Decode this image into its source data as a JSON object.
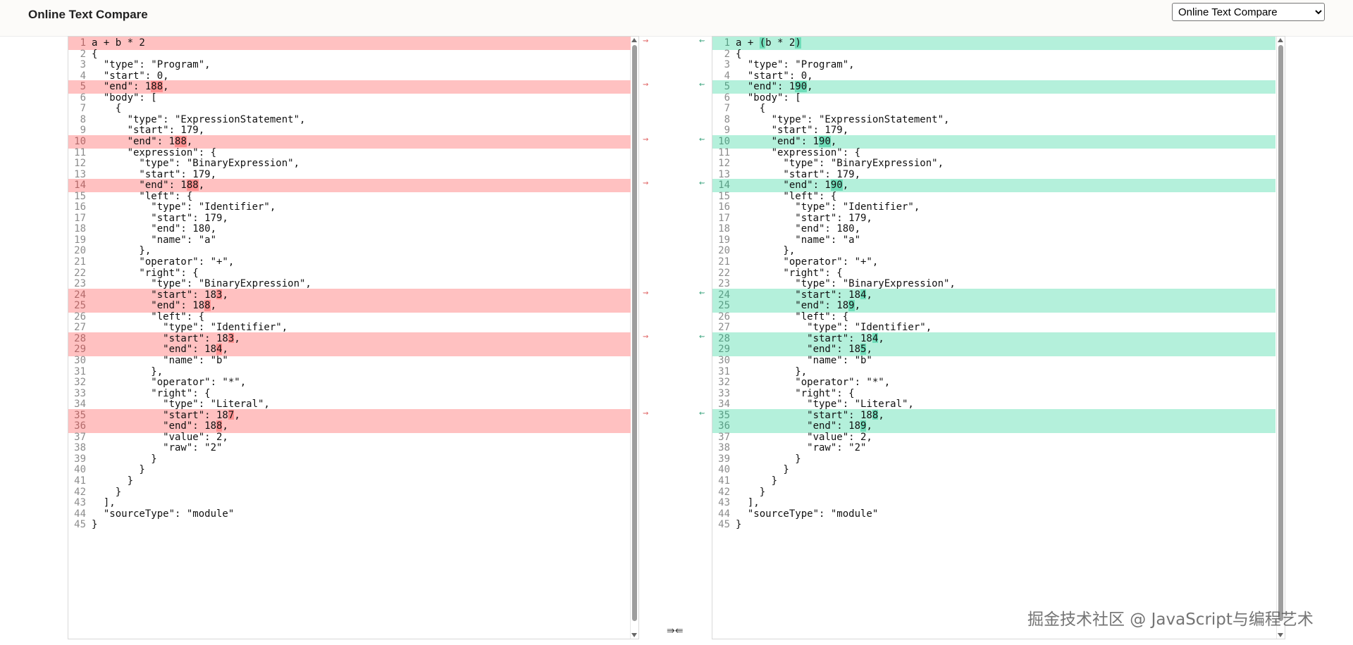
{
  "header": {
    "title": "Online Text Compare",
    "mode_options": [
      "Online Text Compare"
    ],
    "mode_selected": "Online Text Compare"
  },
  "left_lines": [
    {
      "n": "1",
      "segs": [
        [
          "a + b * 2",
          ""
        ]
      ],
      "chg": true
    },
    {
      "n": "2",
      "segs": [
        [
          "{",
          ""
        ]
      ]
    },
    {
      "n": "3",
      "segs": [
        [
          "  \"type\": \"Program\",",
          ""
        ]
      ]
    },
    {
      "n": "4",
      "segs": [
        [
          "  \"start\": 0,",
          ""
        ]
      ]
    },
    {
      "n": "5",
      "segs": [
        [
          "  \"end\": 1",
          ""
        ],
        [
          "88",
          "d"
        ],
        [
          ",",
          ""
        ]
      ],
      "chg": true
    },
    {
      "n": "6",
      "segs": [
        [
          "  \"body\": [",
          ""
        ]
      ]
    },
    {
      "n": "7",
      "segs": [
        [
          "    {",
          ""
        ]
      ]
    },
    {
      "n": "8",
      "segs": [
        [
          "      \"type\": \"ExpressionStatement\",",
          ""
        ]
      ]
    },
    {
      "n": "9",
      "segs": [
        [
          "      \"start\": 179,",
          ""
        ]
      ]
    },
    {
      "n": "10",
      "segs": [
        [
          "      \"end\": 1",
          ""
        ],
        [
          "88",
          "d"
        ],
        [
          ",",
          ""
        ]
      ],
      "chg": true
    },
    {
      "n": "11",
      "segs": [
        [
          "      \"expression\": {",
          ""
        ]
      ]
    },
    {
      "n": "12",
      "segs": [
        [
          "        \"type\": \"BinaryExpression\",",
          ""
        ]
      ]
    },
    {
      "n": "13",
      "segs": [
        [
          "        \"start\": 179,",
          ""
        ]
      ]
    },
    {
      "n": "14",
      "segs": [
        [
          "        \"end\": 1",
          ""
        ],
        [
          "88",
          "d"
        ],
        [
          ",",
          ""
        ]
      ],
      "chg": true
    },
    {
      "n": "15",
      "segs": [
        [
          "        \"left\": {",
          ""
        ]
      ]
    },
    {
      "n": "16",
      "segs": [
        [
          "          \"type\": \"Identifier\",",
          ""
        ]
      ]
    },
    {
      "n": "17",
      "segs": [
        [
          "          \"start\": 179,",
          ""
        ]
      ]
    },
    {
      "n": "18",
      "segs": [
        [
          "          \"end\": 180,",
          ""
        ]
      ]
    },
    {
      "n": "19",
      "segs": [
        [
          "          \"name\": \"a\"",
          ""
        ]
      ]
    },
    {
      "n": "20",
      "segs": [
        [
          "        },",
          ""
        ]
      ]
    },
    {
      "n": "21",
      "segs": [
        [
          "        \"operator\": \"+\",",
          ""
        ]
      ]
    },
    {
      "n": "22",
      "segs": [
        [
          "        \"right\": {",
          ""
        ]
      ]
    },
    {
      "n": "23",
      "segs": [
        [
          "          \"type\": \"BinaryExpression\",",
          ""
        ]
      ]
    },
    {
      "n": "24",
      "segs": [
        [
          "          \"start\": 18",
          ""
        ],
        [
          "3",
          "d"
        ],
        [
          ",",
          ""
        ]
      ],
      "chg": true
    },
    {
      "n": "25",
      "segs": [
        [
          "          \"end\": 18",
          ""
        ],
        [
          "8",
          "d"
        ],
        [
          ",",
          ""
        ]
      ],
      "chg": true
    },
    {
      "n": "26",
      "segs": [
        [
          "          \"left\": {",
          ""
        ]
      ]
    },
    {
      "n": "27",
      "segs": [
        [
          "            \"type\": \"Identifier\",",
          ""
        ]
      ]
    },
    {
      "n": "28",
      "segs": [
        [
          "            \"start\": 18",
          ""
        ],
        [
          "3",
          "d"
        ],
        [
          ",",
          ""
        ]
      ],
      "chg": true
    },
    {
      "n": "29",
      "segs": [
        [
          "            \"end\": 18",
          ""
        ],
        [
          "4",
          "d"
        ],
        [
          ",",
          ""
        ]
      ],
      "chg": true
    },
    {
      "n": "30",
      "segs": [
        [
          "            \"name\": \"b\"",
          ""
        ]
      ]
    },
    {
      "n": "31",
      "segs": [
        [
          "          },",
          ""
        ]
      ]
    },
    {
      "n": "32",
      "segs": [
        [
          "          \"operator\": \"*\",",
          ""
        ]
      ]
    },
    {
      "n": "33",
      "segs": [
        [
          "          \"right\": {",
          ""
        ]
      ]
    },
    {
      "n": "34",
      "segs": [
        [
          "            \"type\": \"Literal\",",
          ""
        ]
      ]
    },
    {
      "n": "35",
      "segs": [
        [
          "            \"start\": 18",
          ""
        ],
        [
          "7",
          "d"
        ],
        [
          ",",
          ""
        ]
      ],
      "chg": true
    },
    {
      "n": "36",
      "segs": [
        [
          "            \"end\": 18",
          ""
        ],
        [
          "8",
          "d"
        ],
        [
          ",",
          ""
        ]
      ],
      "chg": true
    },
    {
      "n": "37",
      "segs": [
        [
          "            \"value\": 2,",
          ""
        ]
      ]
    },
    {
      "n": "38",
      "segs": [
        [
          "            \"raw\": \"2\"",
          ""
        ]
      ]
    },
    {
      "n": "39",
      "segs": [
        [
          "          }",
          ""
        ]
      ]
    },
    {
      "n": "40",
      "segs": [
        [
          "        }",
          ""
        ]
      ]
    },
    {
      "n": "41",
      "segs": [
        [
          "      }",
          ""
        ]
      ]
    },
    {
      "n": "42",
      "segs": [
        [
          "    }",
          ""
        ]
      ]
    },
    {
      "n": "43",
      "segs": [
        [
          "  ],",
          ""
        ]
      ]
    },
    {
      "n": "44",
      "segs": [
        [
          "  \"sourceType\": \"module\"",
          ""
        ]
      ]
    },
    {
      "n": "45",
      "segs": [
        [
          "}",
          ""
        ]
      ]
    }
  ],
  "right_lines": [
    {
      "n": "1",
      "segs": [
        [
          "a + ",
          ""
        ],
        [
          "(",
          "i"
        ],
        [
          "b * 2",
          ""
        ],
        [
          ")",
          "i"
        ]
      ],
      "chg": true
    },
    {
      "n": "2",
      "segs": [
        [
          "{",
          ""
        ]
      ]
    },
    {
      "n": "3",
      "segs": [
        [
          "  \"type\": \"Program\",",
          ""
        ]
      ]
    },
    {
      "n": "4",
      "segs": [
        [
          "  \"start\": 0,",
          ""
        ]
      ]
    },
    {
      "n": "5",
      "segs": [
        [
          "  \"end\": 1",
          ""
        ],
        [
          "90",
          "i"
        ],
        [
          ",",
          ""
        ]
      ],
      "chg": true
    },
    {
      "n": "6",
      "segs": [
        [
          "  \"body\": [",
          ""
        ]
      ]
    },
    {
      "n": "7",
      "segs": [
        [
          "    {",
          ""
        ]
      ]
    },
    {
      "n": "8",
      "segs": [
        [
          "      \"type\": \"ExpressionStatement\",",
          ""
        ]
      ]
    },
    {
      "n": "9",
      "segs": [
        [
          "      \"start\": 179,",
          ""
        ]
      ]
    },
    {
      "n": "10",
      "segs": [
        [
          "      \"end\": 1",
          ""
        ],
        [
          "90",
          "i"
        ],
        [
          ",",
          ""
        ]
      ],
      "chg": true
    },
    {
      "n": "11",
      "segs": [
        [
          "      \"expression\": {",
          ""
        ]
      ]
    },
    {
      "n": "12",
      "segs": [
        [
          "        \"type\": \"BinaryExpression\",",
          ""
        ]
      ]
    },
    {
      "n": "13",
      "segs": [
        [
          "        \"start\": 179,",
          ""
        ]
      ]
    },
    {
      "n": "14",
      "segs": [
        [
          "        \"end\": 1",
          ""
        ],
        [
          "90",
          "i"
        ],
        [
          ",",
          ""
        ]
      ],
      "chg": true
    },
    {
      "n": "15",
      "segs": [
        [
          "        \"left\": {",
          ""
        ]
      ]
    },
    {
      "n": "16",
      "segs": [
        [
          "          \"type\": \"Identifier\",",
          ""
        ]
      ]
    },
    {
      "n": "17",
      "segs": [
        [
          "          \"start\": 179,",
          ""
        ]
      ]
    },
    {
      "n": "18",
      "segs": [
        [
          "          \"end\": 180,",
          ""
        ]
      ]
    },
    {
      "n": "19",
      "segs": [
        [
          "          \"name\": \"a\"",
          ""
        ]
      ]
    },
    {
      "n": "20",
      "segs": [
        [
          "        },",
          ""
        ]
      ]
    },
    {
      "n": "21",
      "segs": [
        [
          "        \"operator\": \"+\",",
          ""
        ]
      ]
    },
    {
      "n": "22",
      "segs": [
        [
          "        \"right\": {",
          ""
        ]
      ]
    },
    {
      "n": "23",
      "segs": [
        [
          "          \"type\": \"BinaryExpression\",",
          ""
        ]
      ]
    },
    {
      "n": "24",
      "segs": [
        [
          "          \"start\": 18",
          ""
        ],
        [
          "4",
          "i"
        ],
        [
          ",",
          ""
        ]
      ],
      "chg": true
    },
    {
      "n": "25",
      "segs": [
        [
          "          \"end\": 18",
          ""
        ],
        [
          "9",
          "i"
        ],
        [
          ",",
          ""
        ]
      ],
      "chg": true
    },
    {
      "n": "26",
      "segs": [
        [
          "          \"left\": {",
          ""
        ]
      ]
    },
    {
      "n": "27",
      "segs": [
        [
          "            \"type\": \"Identifier\",",
          ""
        ]
      ]
    },
    {
      "n": "28",
      "segs": [
        [
          "            \"start\": 18",
          ""
        ],
        [
          "4",
          "i"
        ],
        [
          ",",
          ""
        ]
      ],
      "chg": true
    },
    {
      "n": "29",
      "segs": [
        [
          "            \"end\": 18",
          ""
        ],
        [
          "5",
          "i"
        ],
        [
          ",",
          ""
        ]
      ],
      "chg": true
    },
    {
      "n": "30",
      "segs": [
        [
          "            \"name\": \"b\"",
          ""
        ]
      ]
    },
    {
      "n": "31",
      "segs": [
        [
          "          },",
          ""
        ]
      ]
    },
    {
      "n": "32",
      "segs": [
        [
          "          \"operator\": \"*\",",
          ""
        ]
      ]
    },
    {
      "n": "33",
      "segs": [
        [
          "          \"right\": {",
          ""
        ]
      ]
    },
    {
      "n": "34",
      "segs": [
        [
          "            \"type\": \"Literal\",",
          ""
        ]
      ]
    },
    {
      "n": "35",
      "segs": [
        [
          "            \"start\": 18",
          ""
        ],
        [
          "8",
          "i"
        ],
        [
          ",",
          ""
        ]
      ],
      "chg": true
    },
    {
      "n": "36",
      "segs": [
        [
          "            \"end\": 18",
          ""
        ],
        [
          "9",
          "i"
        ],
        [
          ",",
          ""
        ]
      ],
      "chg": true
    },
    {
      "n": "37",
      "segs": [
        [
          "            \"value\": 2,",
          ""
        ]
      ]
    },
    {
      "n": "38",
      "segs": [
        [
          "            \"raw\": \"2\"",
          ""
        ]
      ]
    },
    {
      "n": "39",
      "segs": [
        [
          "          }",
          ""
        ]
      ]
    },
    {
      "n": "40",
      "segs": [
        [
          "        }",
          ""
        ]
      ]
    },
    {
      "n": "41",
      "segs": [
        [
          "      }",
          ""
        ]
      ]
    },
    {
      "n": "42",
      "segs": [
        [
          "    }",
          ""
        ]
      ]
    },
    {
      "n": "43",
      "segs": [
        [
          "  ],",
          ""
        ]
      ]
    },
    {
      "n": "44",
      "segs": [
        [
          "  \"sourceType\": \"module\"",
          ""
        ]
      ]
    },
    {
      "n": "45",
      "segs": [
        [
          "}",
          ""
        ]
      ]
    }
  ],
  "gutter": {
    "to_right_glyph": "⇝",
    "to_left_glyph": "⇜",
    "swap_glyph": "⇛⇚"
  },
  "watermark": "掘金技术社区 @ JavaScript与编程艺术",
  "colors": {
    "deleted_line": "#ffc1c1",
    "deleted_char": "#ff9090",
    "inserted_line": "#b4f0db",
    "inserted_char": "#6fddb9"
  }
}
